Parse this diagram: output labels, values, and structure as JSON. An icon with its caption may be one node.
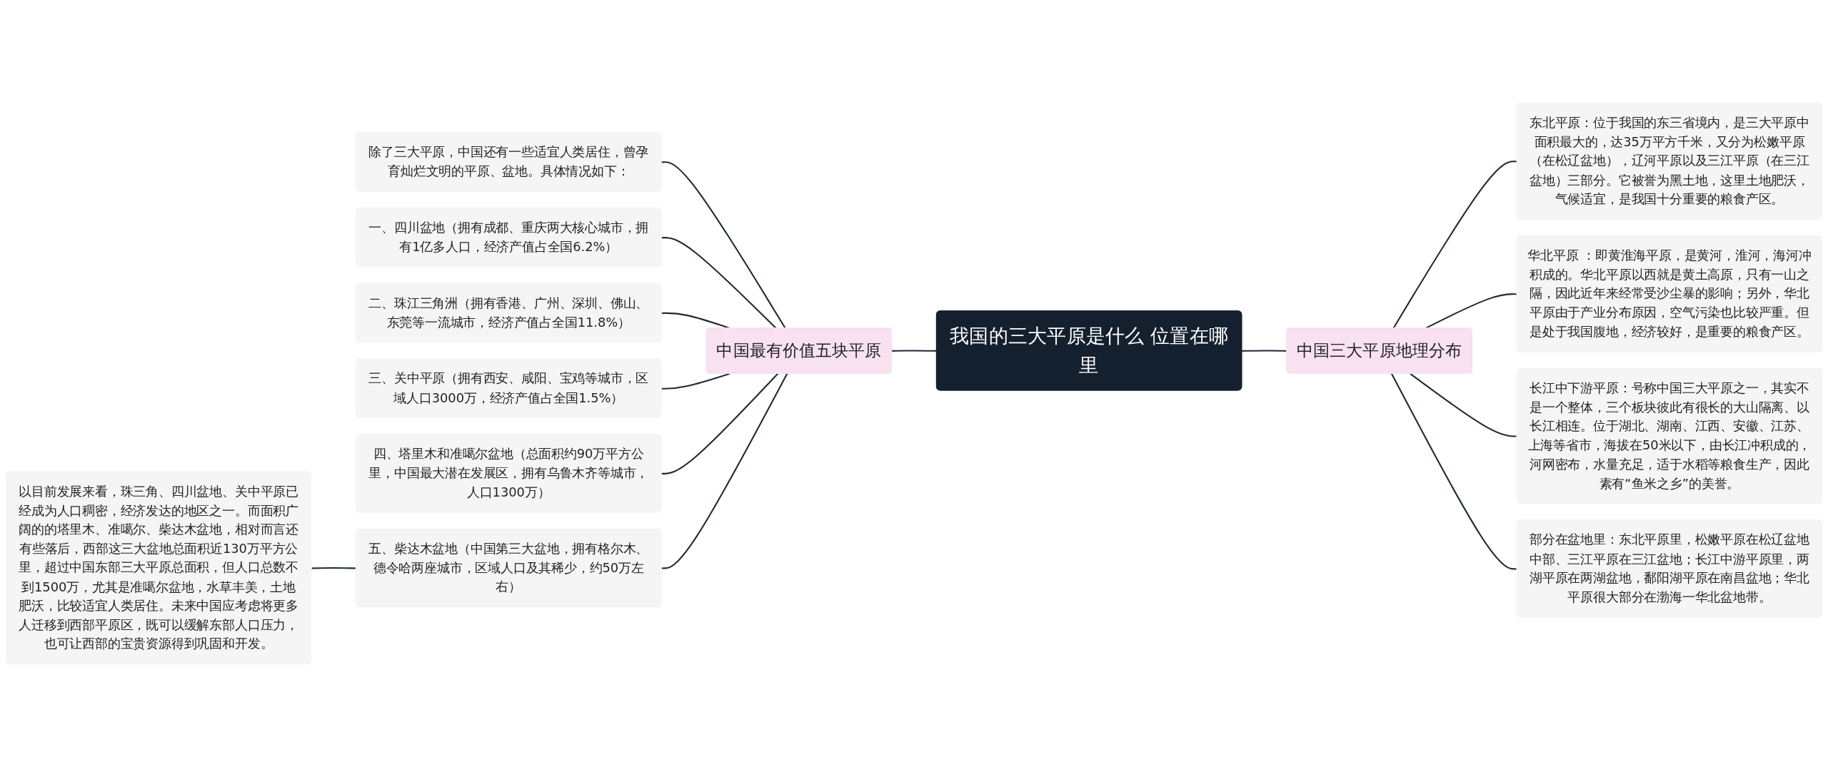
{
  "diagram": {
    "nodes": [
      {
        "text": [
          "我国的三大平原是什么 位置在哪里"
        ]
      },
      {
        "text": [
          "中国最有价值五块平原"
        ]
      },
      {
        "text": [
          "除了三大平原，中国还有一些适宜人类居住，曾孕育灿烂文明的平原、盆地。具体情况如下："
        ]
      },
      {
        "text": [
          "一、四川盆地（拥有成都、重庆两大核心城市，拥有1亿多人口，经济产值占全国6.2%）"
        ]
      },
      {
        "text": [
          "二、珠江三角洲（拥有香港、广州、深圳、佛山、东莞等一流城市，经济产值占全国11.8%）"
        ]
      },
      {
        "text": [
          "三、关中平原（拥有西安、咸阳、宝鸡等城市，区域人口3000万，经济产值占全国1.5%）"
        ]
      },
      {
        "text": [
          "四、塔里木和准噶尔盆地（总面积约90万平方公里，中国最大潜在发展区，拥有乌鲁木齐等城市，人口1300万）"
        ]
      },
      {
        "text": [
          "五、柴达木盆地（中国第三大盆地，拥有格尔木、德令哈两座城市，区域人口及其稀少，约50万左右）"
        ]
      },
      {
        "text": [
          "以目前发展来看，珠三角、四川盆地、关中平原已经成为人口稠密，经济发达的地区之一。而面积广阔的的塔里木、准噶尔、柴达木盆地，相对而言还有些落后，西部这三大盆地总面积近130万平方公里，超过中国东部三大平原总面积，但人口总数不到1500万，尤其是准噶尔盆地，水草丰美，土地肥沃，比较适宜人类居住。未来中国应考虑将更多人迁移到西部平原区，既可以缓解东部人口压力，也可让西部的宝贵资源得到巩固和开发。"
        ]
      },
      {
        "text": [
          "中国三大平原地理分布"
        ]
      },
      {
        "text": [
          "东北平原：位于我国的东三省境内，是三大平原中面积最大的，达35万平方千米，又分为松嫩平原（在松辽盆地），辽河平原以及三江平原（在三江盆地）三部分。它被誉为黑土地，这里土地肥沃，气候适宜，是我国十分重要的粮食产区。"
        ]
      },
      {
        "text": [
          "华北平原 ：即黄淮海平原，是黄河，淮河，海河冲积成的。华北平原以西就是黄土高原，只有一山之隔，因此近年来经常受沙尘暴的影响；另外，华北平原由于产业分布原因，空气污染也比较严重。但是处于我国腹地，经济较好，是重要的粮食产区。"
        ]
      },
      {
        "text": [
          "长江中下游平原：号称中国三大平原之一，其实不是一个整体，三个板块彼此有很长的大山隔离、以长江相连。位于湖北、湖南、江西、安徽、江苏、上海等省市，海拔在50米以下，由长江冲积成的，河网密布，水量充足，适于水稻等粮食生产，因此素有“鱼米之乡”的美誉。"
        ]
      },
      {
        "text": [
          "部分在盆地里：东北平原里，松嫩平原在松辽盆地中部、三江平原在三江盆地；长江中游平原里，两湖平原在两湖盆地，鄱阳湖平原在南昌盆地；华北平原很大部分在渤海一华北盆地带。"
        ]
      }
    ],
    "edges": [
      {
        "from": 0,
        "to": 1,
        "arrow": "none"
      },
      {
        "from": 1,
        "to": 2,
        "arrow": "none"
      },
      {
        "from": 1,
        "to": 3,
        "arrow": "none"
      },
      {
        "from": 1,
        "to": 4,
        "arrow": "none"
      },
      {
        "from": 1,
        "to": 5,
        "arrow": "none"
      },
      {
        "from": 1,
        "to": 6,
        "arrow": "none"
      },
      {
        "from": 1,
        "to": 7,
        "arrow": "none"
      },
      {
        "from": 7,
        "to": 8,
        "arrow": "none"
      },
      {
        "from": 0,
        "to": 9,
        "arrow": "none"
      },
      {
        "from": 9,
        "to": 10,
        "arrow": "none"
      },
      {
        "from": 9,
        "to": 11,
        "arrow": "none"
      },
      {
        "from": 9,
        "to": 12,
        "arrow": "none"
      },
      {
        "from": 9,
        "to": 13,
        "arrow": "none"
      }
    ]
  }
}
